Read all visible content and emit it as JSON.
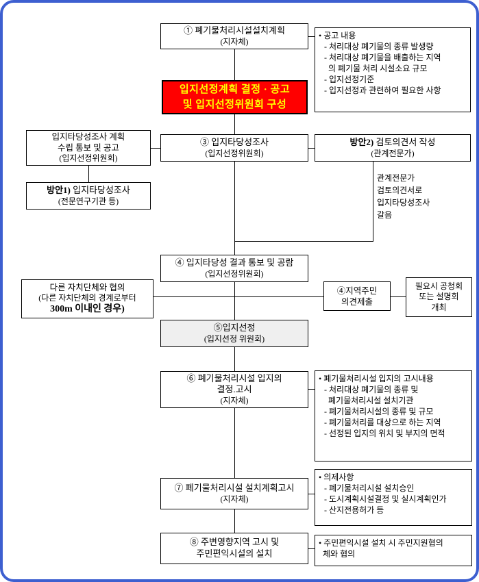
{
  "colors": {
    "outer_border_blue": "#3d5fd0",
    "highlight_red": "#ff0000",
    "highlight_text_yellow": "#ffff00",
    "step5_gray": "#efefef"
  },
  "step1": {
    "title": "① 폐기물처리시설설치계획",
    "subtitle": "(지자체)"
  },
  "notice": {
    "title": "• 공고 내용",
    "items": [
      "- 처리대상 폐기물의 종류 발생량",
      "- 처리대상 폐기물을 배출하는 지역\n  의 폐기물 처리 시설소요 규모",
      "- 입지선정기준",
      "- 입지선정과 관련하여 필요한 사항"
    ]
  },
  "decision": {
    "line1": "입지선정계획 결정 · 공고",
    "line2": "및 입지선정위원회 구성"
  },
  "plan_notify": {
    "line1": "입지타당성조사 계획",
    "line2": "수립 통보 및 공고",
    "line3": "(입지선정위원회)"
  },
  "step3": {
    "title": "③ 입지타당성조사",
    "subtitle": "(입지선정위원회)"
  },
  "option2": {
    "label": "방안2)",
    "title": " 검토의견서 작성",
    "subtitle": "(관계전문가)"
  },
  "option2_note": "관계전문가\n검토의견서로\n입지타당성조사\n갈음",
  "option1": {
    "label": "방안1)",
    "title": " 입지타당성조사",
    "subtitle": "(전문연구기관 등)"
  },
  "step4": {
    "title": "④ 입지타당성 결과 통보 및 공람",
    "subtitle": "(입지선정위원회)"
  },
  "consult": {
    "line1": "다른 자치단체와 협의",
    "line2": "(다른 자치단체의 경계로부터",
    "line3": "300m 이내인 경우)"
  },
  "residents": {
    "line1": "④지역주민",
    "line2": "의견제출"
  },
  "hearing": {
    "line1": "필요시 공청회",
    "line2": "또는 설명회",
    "line3": "개최"
  },
  "step5": {
    "title": "⑤입지선정",
    "subtitle": "(입지선정 위원회)"
  },
  "step6": {
    "line1": "⑥ 폐기물처리시설 입지의",
    "line2": "결정.고시",
    "line3": "(지자체)"
  },
  "step6_notice": {
    "title": "• 폐기물처리시설 입지의 고시내용",
    "items": [
      "- 처리대상 폐기물의 종류 및\n  폐기물처리시설 설치기관",
      "- 폐기물처리시설의 종류 및 규모",
      "- 폐기물처리를 대상으로 하는 지역",
      "- 선정된 입지의 위치 및 부지의 면적"
    ]
  },
  "step7": {
    "title": "⑦ 폐기물처리시설 설치계획고시",
    "subtitle": "(지자체)"
  },
  "step7_notice": {
    "title": "• 의제사항",
    "items": [
      "- 폐기물처리시설 설치승인",
      "- 도시계획시설결정 및 실시계획인가",
      "- 산지전용허가 등"
    ]
  },
  "step8": {
    "line1": "⑧ 주변영향지역 고시 및",
    "line2": "주민편익시설의 설치"
  },
  "step8_notice": "• 주민편익시설 설치 시 주민지원협의\n  체와 협의"
}
